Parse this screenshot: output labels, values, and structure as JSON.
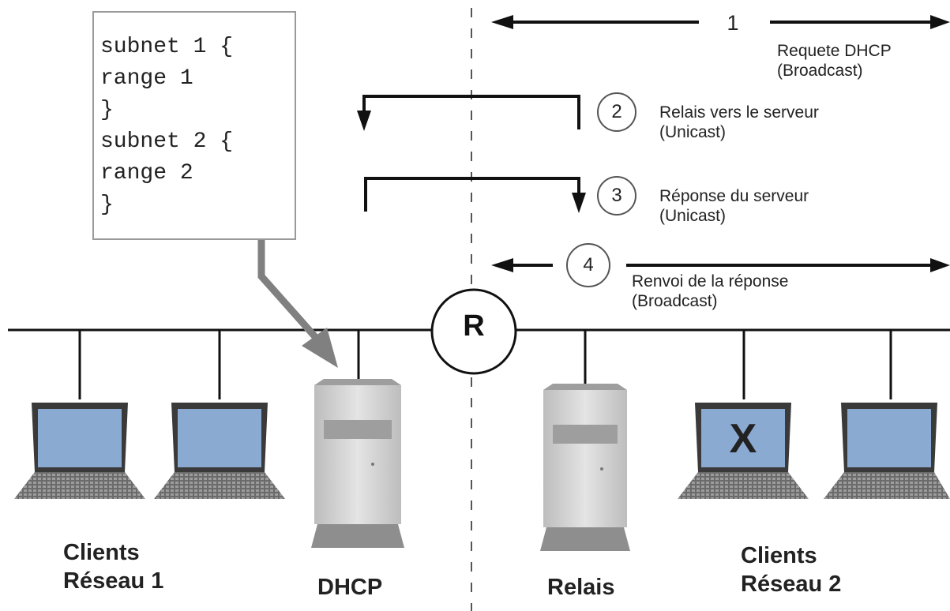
{
  "config": {
    "lines": [
      "subnet 1 {",
      "range 1",
      "}",
      "subnet 2 {",
      "range 2",
      "}"
    ]
  },
  "steps": [
    {
      "number": "1",
      "line1": "Requete DHCP",
      "line2": "(Broadcast)"
    },
    {
      "number": "2",
      "line1": "Relais vers le serveur",
      "line2": "(Unicast)"
    },
    {
      "number": "3",
      "line1": "Réponse du serveur",
      "line2": "(Unicast)"
    },
    {
      "number": "4",
      "line1": "Renvoi de la réponse",
      "line2": "(Broadcast)"
    }
  ],
  "router": {
    "label": "R"
  },
  "failed_client_mark": "X",
  "labels": {
    "clients1_line1": "Clients",
    "clients1_line2": "Réseau 1",
    "dhcp": "DHCP",
    "relais": "Relais",
    "clients2_line1": "Clients",
    "clients2_line2": "Réseau 2"
  },
  "colors": {
    "laptop_screen": "#8aaad2",
    "server_body": "#d6d6d6",
    "pointer_arrow": "#808080",
    "lines": "#111111"
  }
}
